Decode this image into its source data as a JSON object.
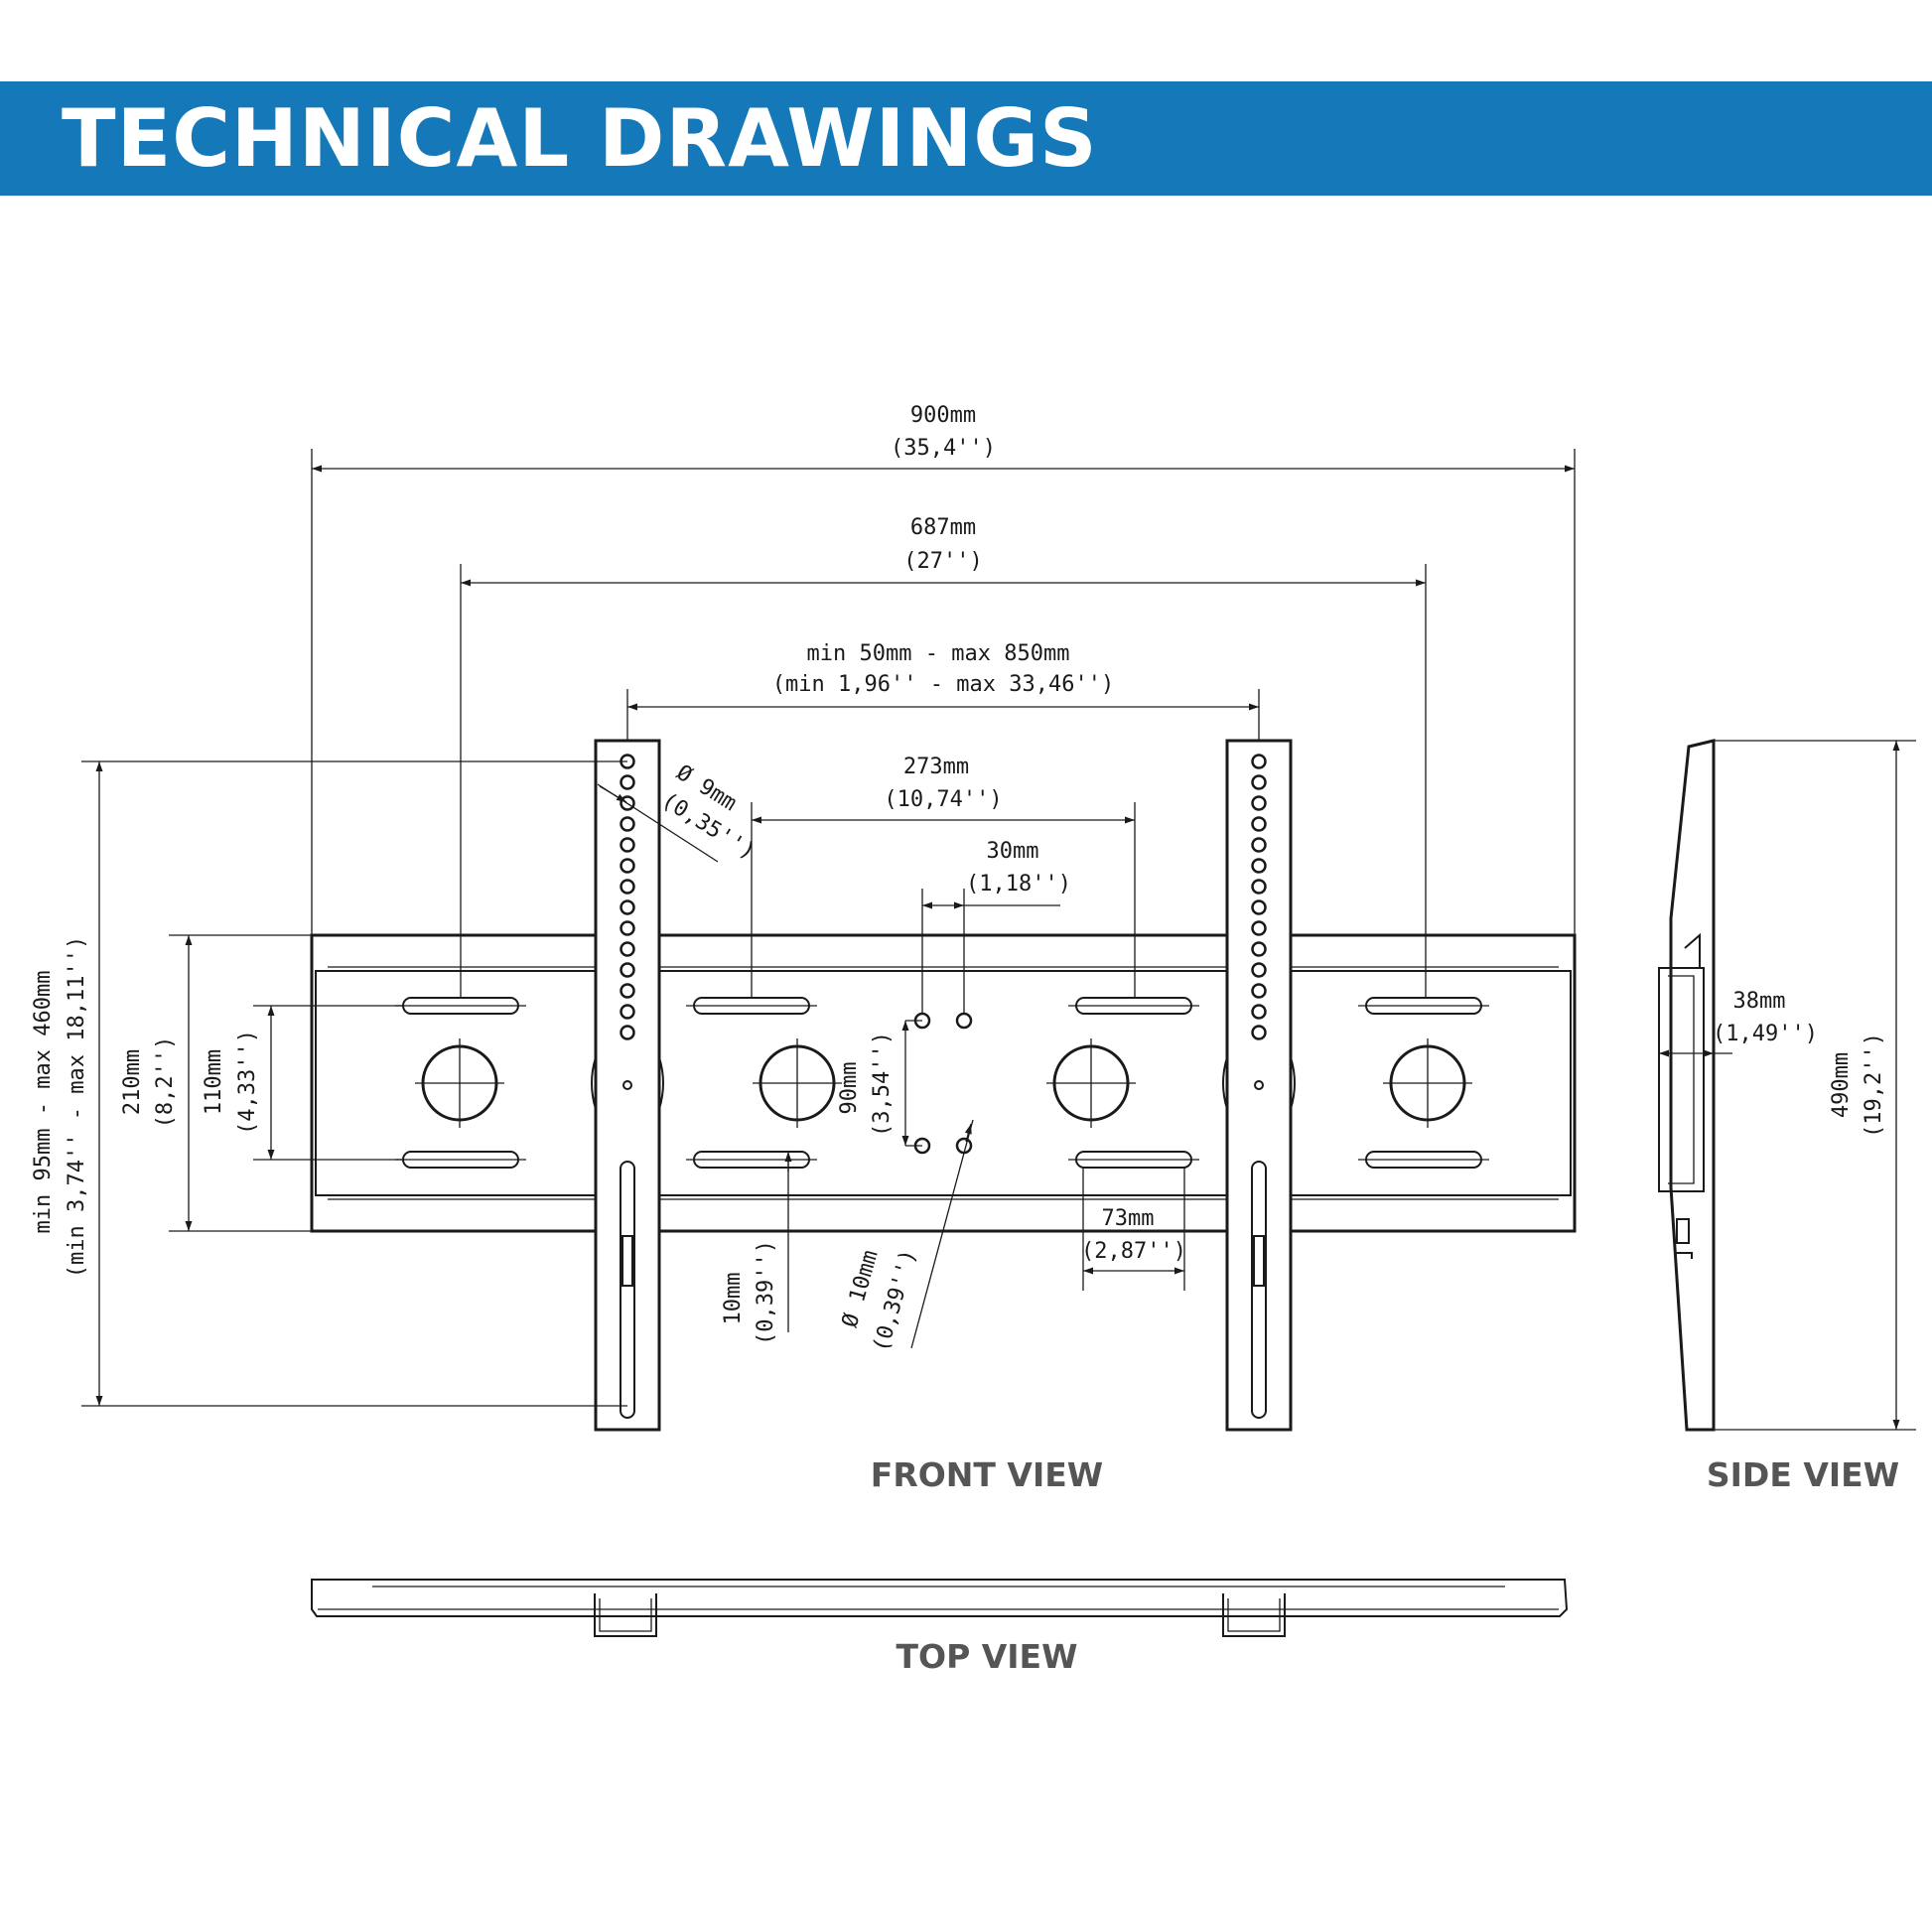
{
  "header": {
    "title": "TECHNICAL DRAWINGS"
  },
  "colors": {
    "banner": "#1578b8",
    "line": "#1a1a1a",
    "view_label": "#555555"
  },
  "views": {
    "front": "FRONT VIEW",
    "side": "SIDE VIEW",
    "top": "TOP VIEW"
  },
  "dims": {
    "w900": {
      "mm": "900mm",
      "in": "(35,4'')"
    },
    "w687": {
      "mm": "687mm",
      "in": "(27'')"
    },
    "range": {
      "mm": "min  50mm  -  max  850mm",
      "in": "(min  1,96''  -  max  33,46'')"
    },
    "w273": {
      "mm": "273mm",
      "in": "(10,74'')"
    },
    "w30": {
      "mm": "30mm",
      "in": "(1,18'')"
    },
    "hole9": {
      "mm": "Ø 9mm",
      "in": "(0,35'')"
    },
    "h490": {
      "mm": "490mm",
      "in": "(19,2'')"
    },
    "d38": {
      "mm": "38mm",
      "in": "(1,49'')"
    },
    "h210": {
      "mm": "210mm",
      "in": "(8,2'')"
    },
    "h110": {
      "mm": "110mm",
      "in": "(4,33'')"
    },
    "hrange": {
      "mm": "min  95mm  -  max  460mm",
      "in": "(min  3,74''  -  max  18,11'')"
    },
    "h90": {
      "mm": "90mm",
      "in": "(3,54'')"
    },
    "w10": {
      "mm": "10mm",
      "in": "(0,39'')"
    },
    "hole10": {
      "mm": "Ø 10mm",
      "in": "(0,39'')"
    },
    "w73": {
      "mm": "73mm",
      "in": "(2,87'')"
    }
  }
}
